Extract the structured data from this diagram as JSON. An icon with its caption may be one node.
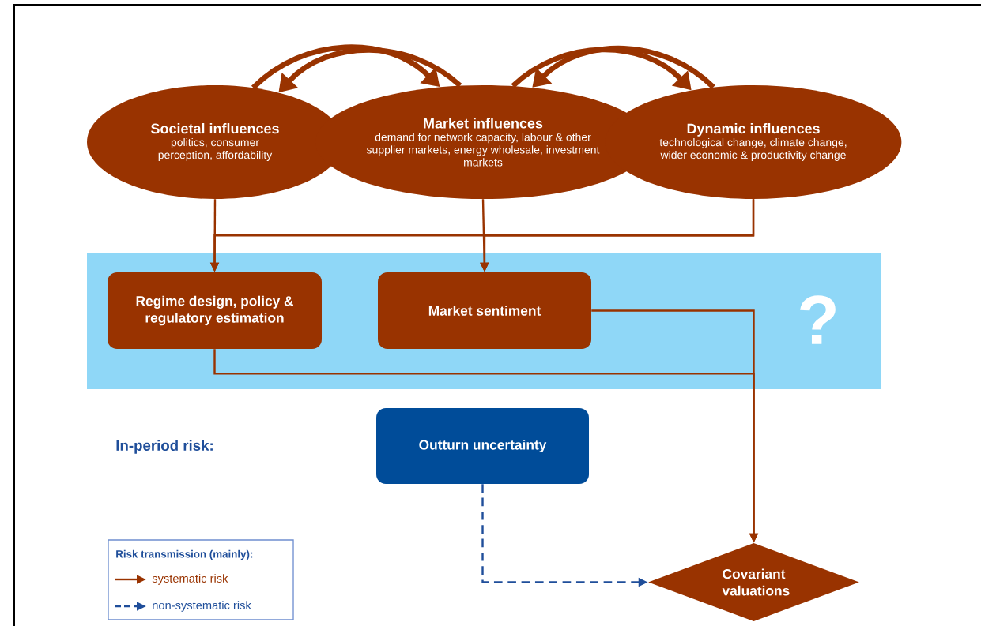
{
  "diagram": {
    "nodes": [
      {
        "text": [
          "Societal influences",
          "politics, consumer perception, affordability"
        ]
      },
      {
        "text": [
          "Market influences",
          "demand for network capacity, labour & other supplier markets, energy wholesale, investment markets"
        ]
      },
      {
        "text": [
          "Dynamic influences",
          "technological change, climate change, wider economic & productivity change"
        ]
      },
      {
        "text": [
          "?"
        ]
      },
      {
        "text": [
          "Regime design, policy & regulatory estimation"
        ],
        "in": 3
      },
      {
        "text": [
          "Market sentiment"
        ],
        "in": 3
      },
      {
        "text": [
          "Outturn uncertainty"
        ]
      },
      {
        "text": [
          "Covariant valuations"
        ]
      }
    ],
    "edges": [
      {
        "from": 0,
        "to": 1,
        "arrow": "to",
        "style": "thick"
      },
      {
        "from": 1,
        "to": 0,
        "arrow": "to",
        "style": "thick"
      },
      {
        "from": 2,
        "to": 1,
        "arrow": "to",
        "style": "thick"
      },
      {
        "from": 1,
        "to": 2,
        "arrow": "to",
        "style": "thick"
      },
      {
        "from": 0,
        "to": 4,
        "arrow": "to"
      },
      {
        "from": 1,
        "to": 5,
        "arrow": "to"
      },
      {
        "from": 2,
        "to": 4,
        "arrow": "to"
      },
      {
        "from": 2,
        "to": 5,
        "arrow": "to"
      },
      {
        "from": 5,
        "to": 7,
        "arrow": "to"
      },
      {
        "from": 4,
        "to": 7,
        "arrow": "to"
      },
      {
        "from": 6,
        "to": 7,
        "arrow": "to",
        "style": "dashed",
        "color": "#1f4e9a"
      }
    ],
    "labels": [
      "In-period risk:",
      "Risk transmission (mainly):"
    ],
    "legend": [
      {
        "text": "systematic risk"
      },
      {
        "text": "non-systematic risk"
      }
    ]
  }
}
